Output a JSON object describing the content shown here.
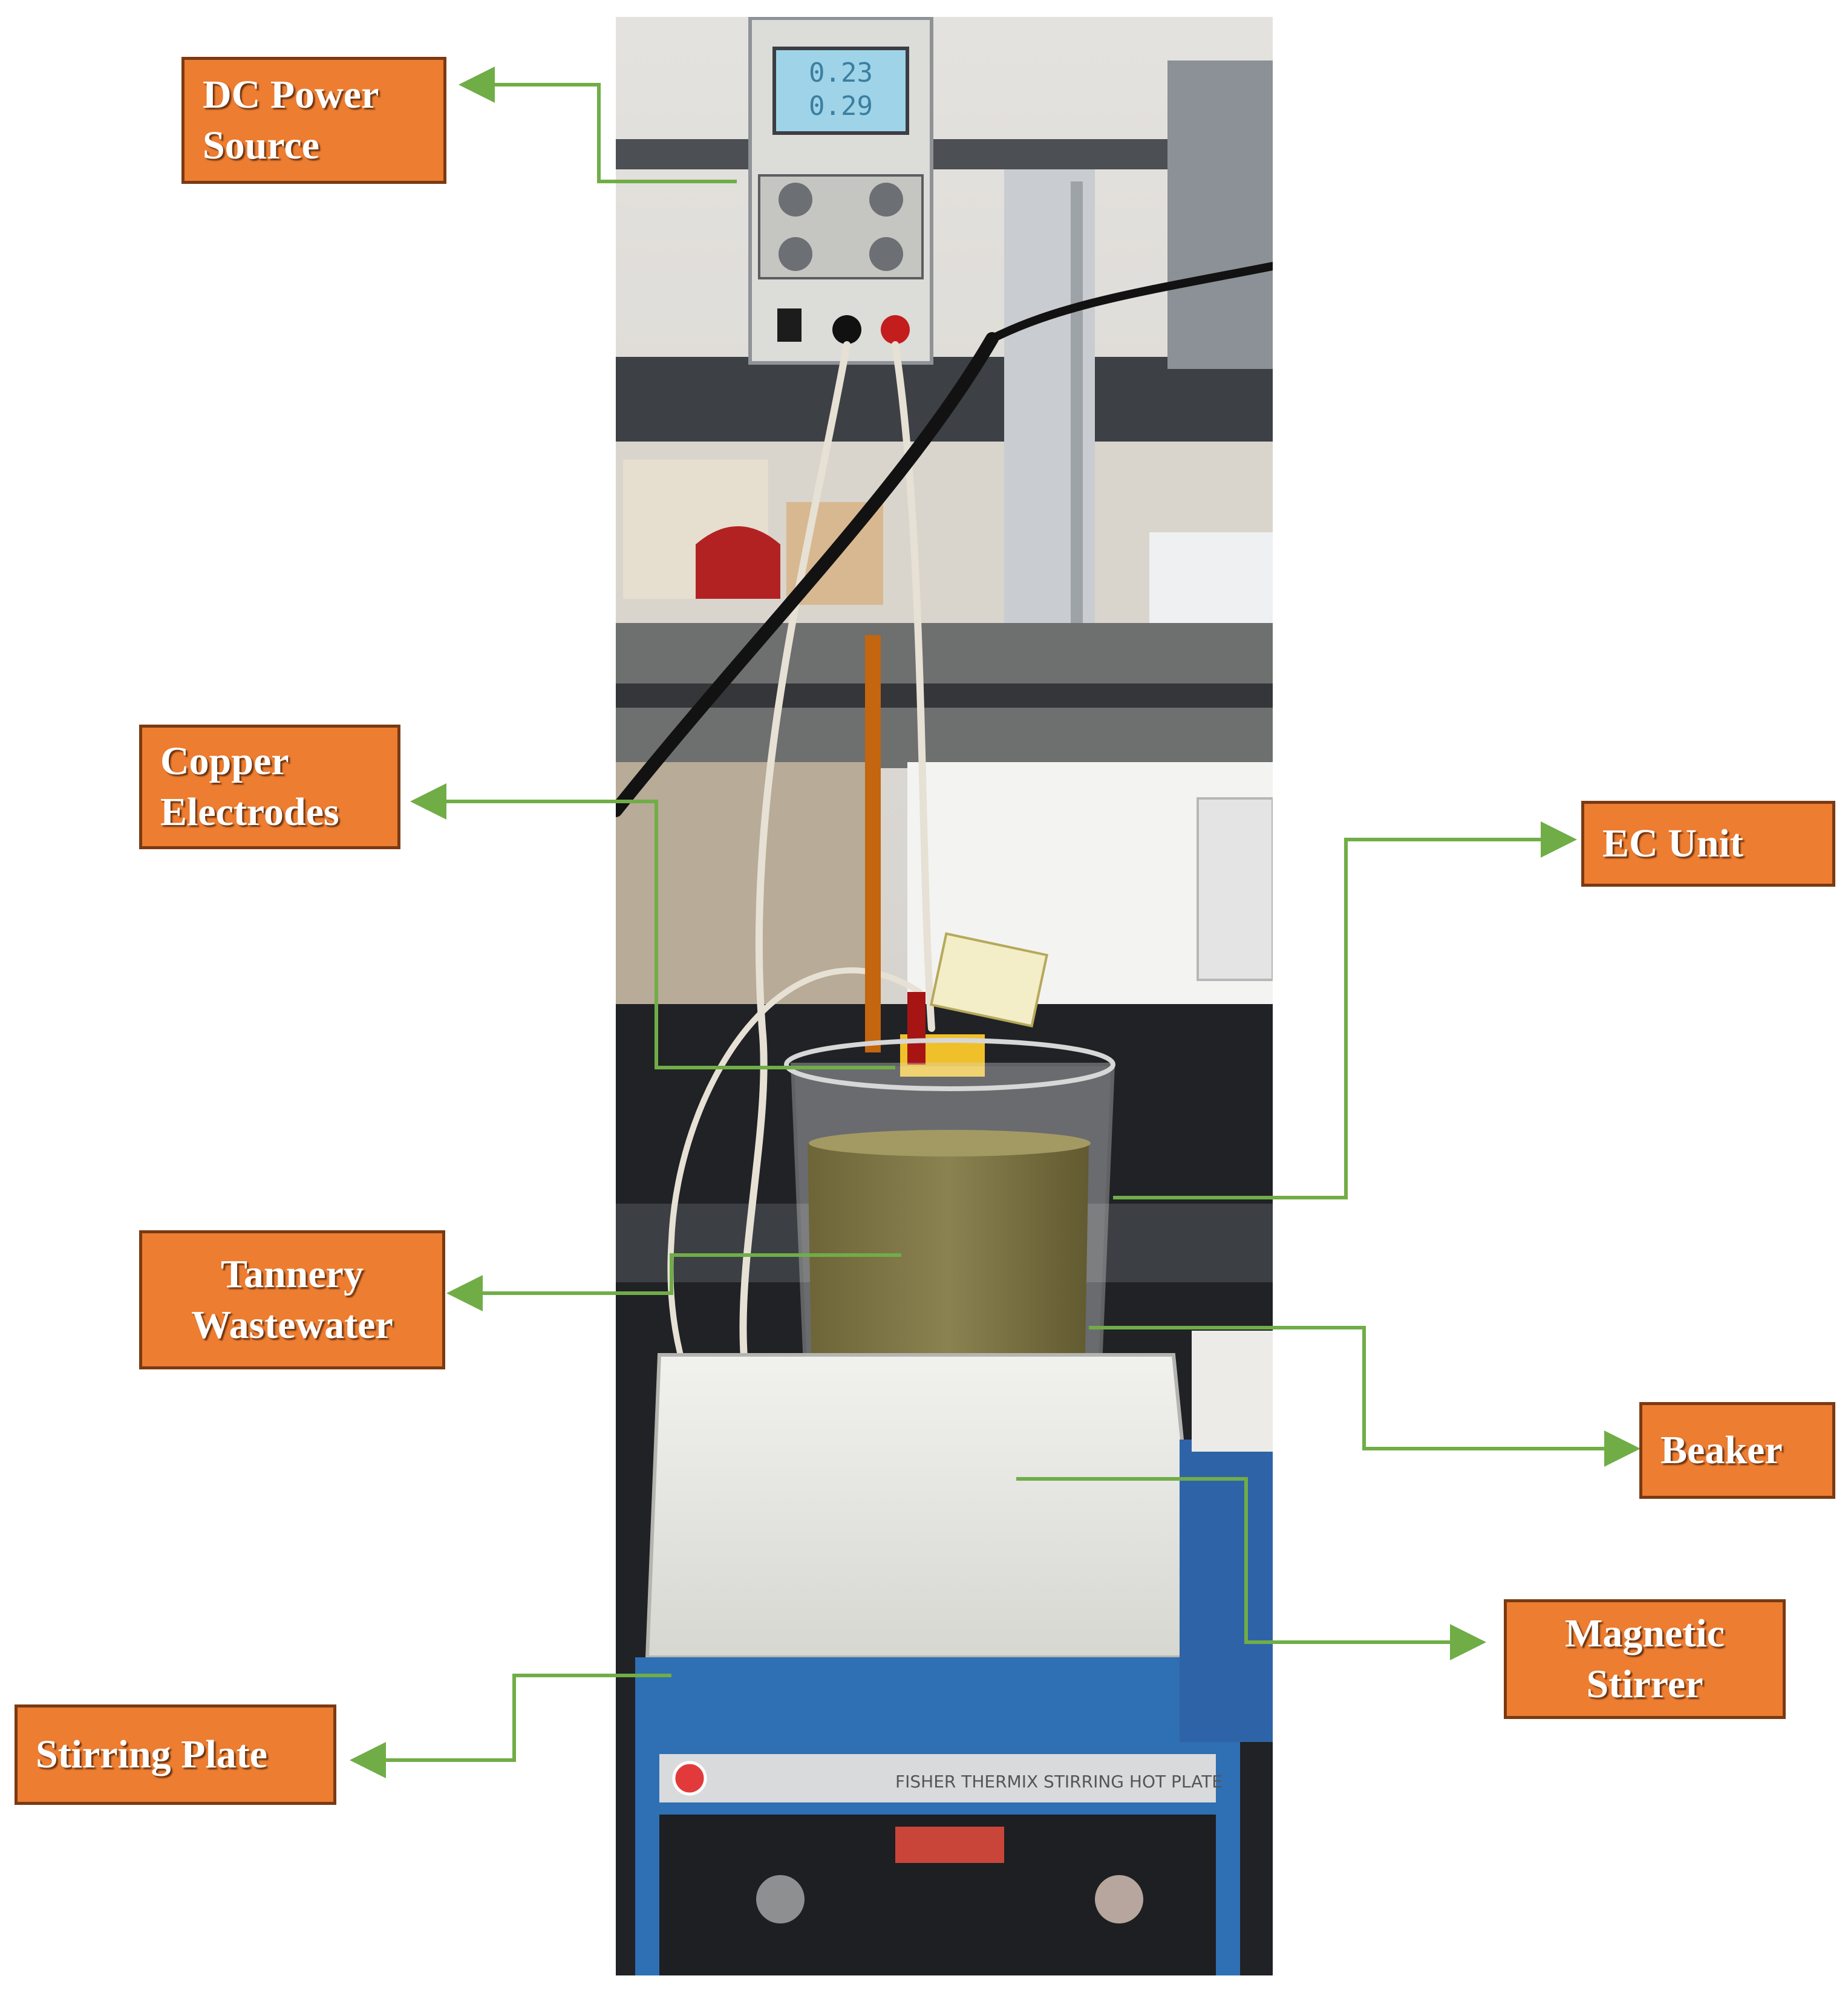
{
  "colors": {
    "label_fill": "#ED7D31",
    "label_border": "#7A3A12",
    "label_text": "#FFFFFF",
    "connector": "#70AD47"
  },
  "photo": {
    "icon": "lab-photo",
    "display": {
      "voltage_top": "0.23",
      "voltage_bottom": "0.29"
    },
    "hot_plate_brand": "FISHER THERMIX STIRRING HOT PLATE"
  },
  "labels": {
    "dc_power_source": [
      "DC Power",
      "Source"
    ],
    "copper_electrodes": [
      "Copper",
      "Electrodes"
    ],
    "tannery_wastewater": [
      "Tannery",
      "Wastewater"
    ],
    "stirring_plate": [
      "Stirring Plate"
    ],
    "ec_unit": [
      "EC Unit"
    ],
    "beaker": [
      "Beaker"
    ],
    "magnetic_stirrer": [
      "Magnetic",
      "Stirrer"
    ]
  }
}
